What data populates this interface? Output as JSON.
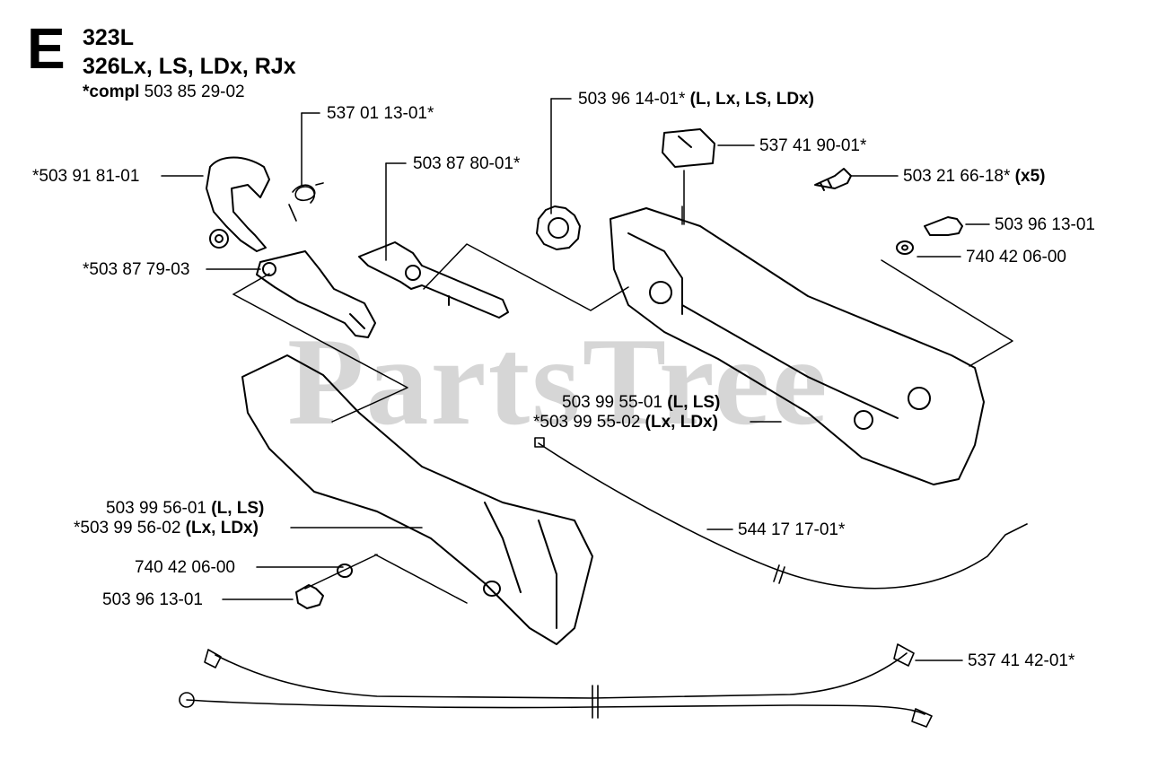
{
  "header": {
    "section_letter": "E",
    "model_line_1": "323L",
    "model_line_2": "326Lx, LS, LDx, RJx",
    "compl_prefix": "*compl",
    "compl_number": "503 85 29-02"
  },
  "watermark": "PartsTree",
  "callouts": [
    {
      "id": "p1",
      "number": "537 01 13-01*",
      "suffix": ""
    },
    {
      "id": "p2",
      "number": "*503 91 81-01",
      "suffix": ""
    },
    {
      "id": "p3",
      "number": "503 87 80-01*",
      "suffix": ""
    },
    {
      "id": "p4",
      "number": "*503 87 79-03",
      "suffix": ""
    },
    {
      "id": "p5",
      "number": "503 96 14-01*",
      "suffix": "(L, Lx, LS, LDx)"
    },
    {
      "id": "p6",
      "number": "537 41 90-01*",
      "suffix": ""
    },
    {
      "id": "p7",
      "number": "503 21 66-18*",
      "suffix": "(x5)"
    },
    {
      "id": "p8",
      "number": "503 96 13-01",
      "suffix": ""
    },
    {
      "id": "p9",
      "number": "740 42 06-00",
      "suffix": ""
    },
    {
      "id": "p10",
      "number": "503 99 55-01",
      "suffix": "(L, LS)"
    },
    {
      "id": "p11",
      "number": "*503 99 55-02",
      "suffix": "(Lx, LDx)"
    },
    {
      "id": "p12",
      "number": "503 99 56-01",
      "suffix": "(L, LS)"
    },
    {
      "id": "p13",
      "number": "*503 99 56-02",
      "suffix": "(Lx, LDx)"
    },
    {
      "id": "p14",
      "number": "544 17 17-01*",
      "suffix": ""
    },
    {
      "id": "p15",
      "number": "740 42 06-00",
      "suffix": ""
    },
    {
      "id": "p16",
      "number": "503 96 13-01",
      "suffix": ""
    },
    {
      "id": "p17",
      "number": "537 41 42-01*",
      "suffix": ""
    }
  ]
}
